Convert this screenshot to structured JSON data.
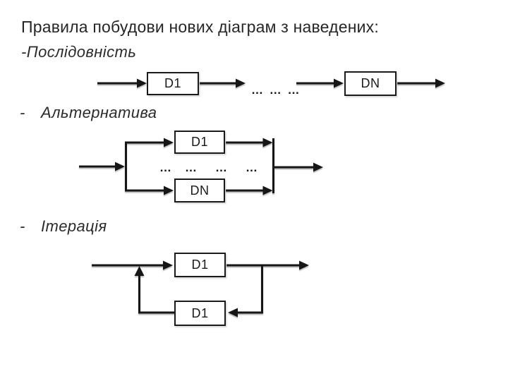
{
  "slide": {
    "title": "Правила побудови нових діаграм з наведених:"
  },
  "sections": {
    "sequence": {
      "label": "-Послідовність"
    },
    "alternative": {
      "dash": "-",
      "label": "Альтернатива"
    },
    "iteration": {
      "dash": "-",
      "label": "Ітерація"
    }
  },
  "diagrams": {
    "sequence": {
      "box_d1": "D1",
      "box_dn": "DN",
      "dots": "… … …"
    },
    "alternative": {
      "box_d1": "D1",
      "box_dn": "DN",
      "dots": [
        "…",
        "…",
        "…",
        "…"
      ]
    },
    "iteration": {
      "box_top": "D1",
      "box_bottom": "D1"
    }
  }
}
